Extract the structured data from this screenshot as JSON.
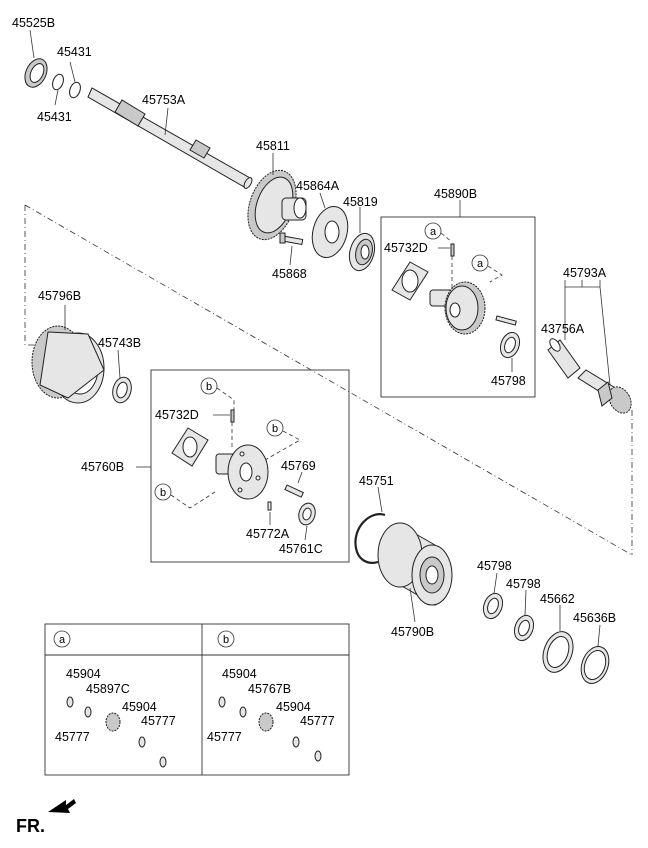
{
  "labels": {
    "p45525B": "45525B",
    "p45431_top": "45431",
    "p45431_bot": "45431",
    "p45753A": "45753A",
    "p45811": "45811",
    "p45864A": "45864A",
    "p45819": "45819",
    "p45868": "45868",
    "p45890B": "45890B",
    "p45732D_a": "45732D",
    "p45793A": "45793A",
    "p43756A": "43756A",
    "p45798_a": "45798",
    "p45796B": "45796B",
    "p45743B": "45743B",
    "p45732D_b": "45732D",
    "p45760B": "45760B",
    "p45769": "45769",
    "p45772A": "45772A",
    "p45761C": "45761C",
    "p45751": "45751",
    "p45790B": "45790B",
    "p45798_b": "45798",
    "p45798_c": "45798",
    "p45662": "45662",
    "p45636B": "45636B"
  },
  "callouts": {
    "a": "a",
    "b": "b"
  },
  "legend": {
    "a": {
      "header": "a",
      "l45904_1": "45904",
      "l45897C": "45897C",
      "l45904_2": "45904",
      "l45777_1": "45777",
      "l45777_2": "45777"
    },
    "b": {
      "header": "b",
      "l45904_1": "45904",
      "l45767B": "45767B",
      "l45904_2": "45904",
      "l45777_1": "45777",
      "l45777_2": "45777"
    }
  },
  "fr_label": "FR."
}
